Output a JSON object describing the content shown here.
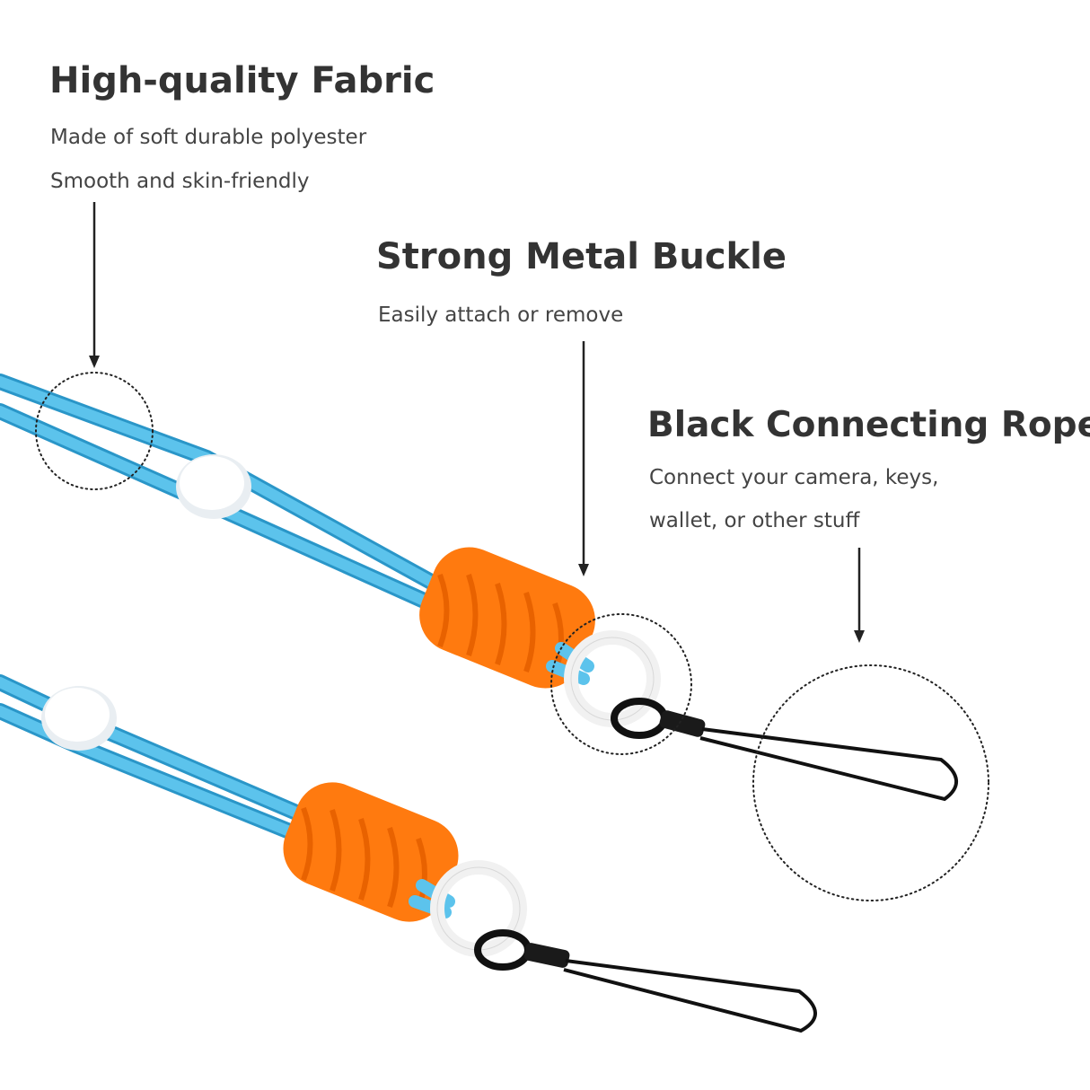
{
  "features": {
    "fabric": {
      "title": "High-quality Fabric",
      "line1": "Made of soft durable polyester",
      "line2": "Smooth and skin-friendly"
    },
    "buckle": {
      "title": "Strong Metal Buckle",
      "line1": "Easily attach or remove"
    },
    "rope": {
      "title": "Black Connecting Rope",
      "line1": "Connect your camera, keys,",
      "line2": "wallet, or other stuff"
    }
  },
  "colors": {
    "strap": "#3aaee0",
    "knot": "#ff7a0f",
    "ring": "#f4f4f4",
    "rope": "#111111",
    "text": "#333333"
  }
}
